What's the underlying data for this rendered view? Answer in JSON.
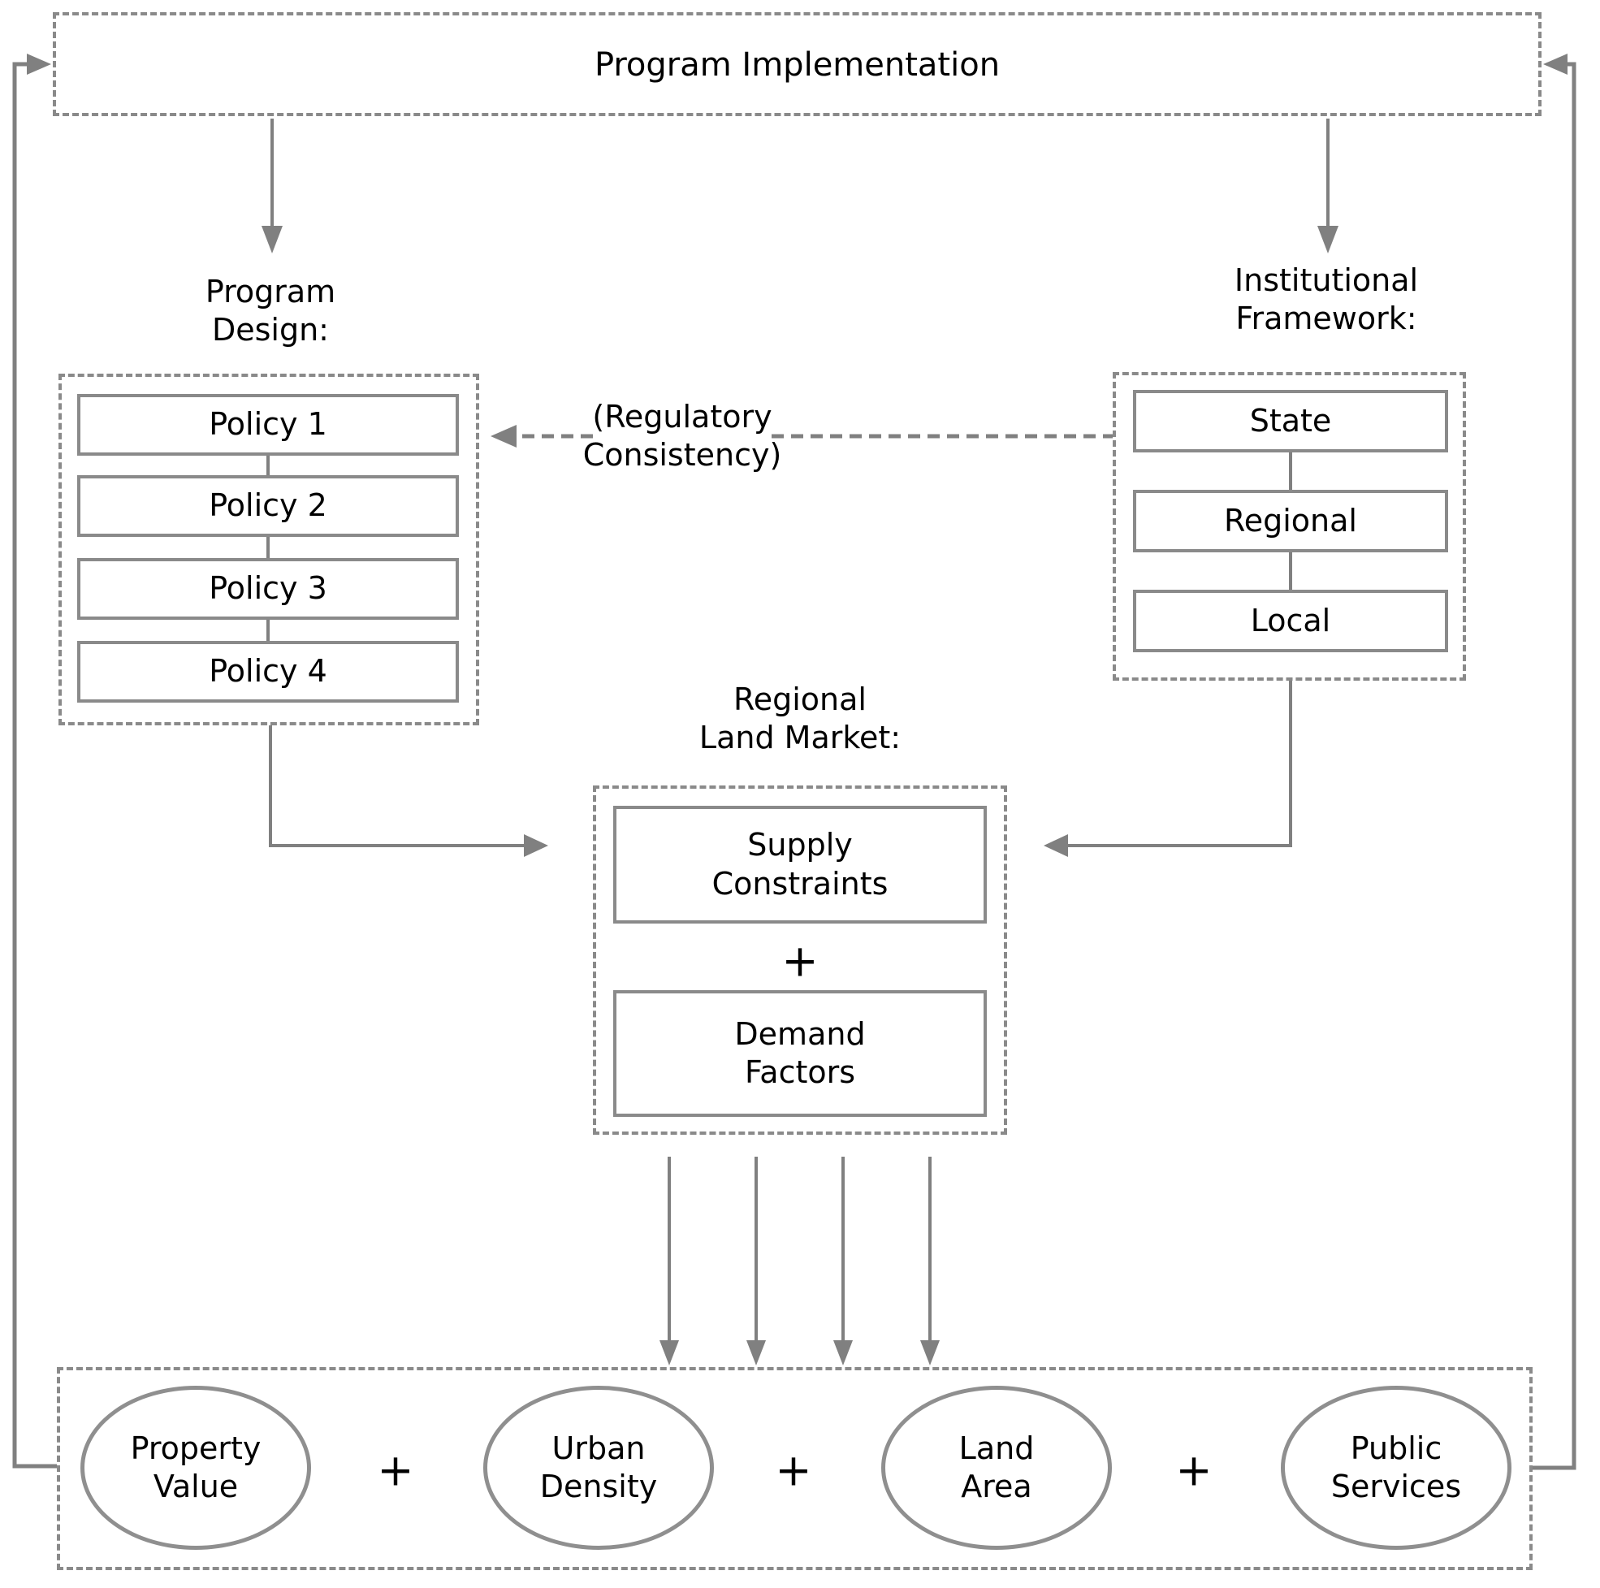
{
  "colors": {
    "line": "#808080",
    "border": "#8a8a8a",
    "text": "#000000",
    "background": "#ffffff"
  },
  "top": {
    "title": "Program Implementation"
  },
  "program_design": {
    "label": "Program\nDesign:",
    "policies": [
      "Policy 1",
      "Policy 2",
      "Policy 3",
      "Policy 4"
    ]
  },
  "institutional": {
    "label": "Institutional\nFramework:",
    "levels": [
      "State",
      "Regional",
      "Local"
    ]
  },
  "regulatory": {
    "note": "(Regulatory\nConsistency)"
  },
  "market": {
    "label": "Regional\nLand Market:",
    "supply": "Supply\nConstraints",
    "plus": "+",
    "demand": "Demand\nFactors"
  },
  "outcomes": {
    "plus": "+",
    "items": [
      "Property\nValue",
      "Urban\nDensity",
      "Land\nArea",
      "Public\nServices"
    ]
  }
}
